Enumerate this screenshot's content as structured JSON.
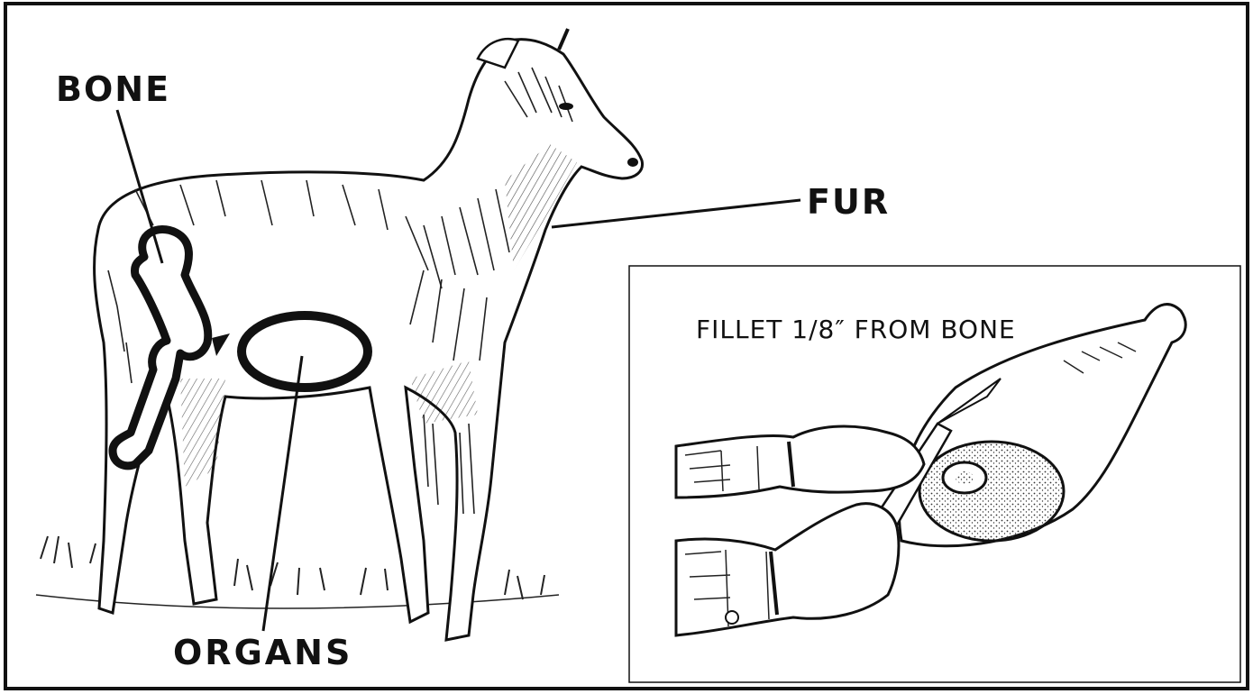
{
  "labels": {
    "bone": "BONE",
    "fur": "FUR",
    "organs": "ORGANS",
    "fillet": "FILLET 1/8″  FROM BONE"
  },
  "colors": {
    "ink": "#111111",
    "paper": "#ffffff"
  }
}
